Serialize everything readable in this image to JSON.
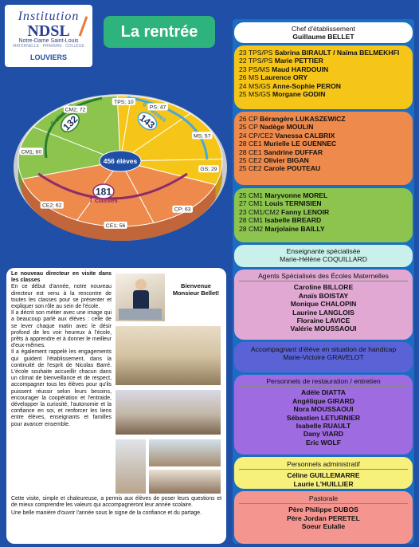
{
  "logo": {
    "line1": "Institution",
    "line2": "NDSL",
    "line3": "Notre-Dame Saint-Louis",
    "line4": "MATERNELLE · PRIMAIRE · COLLÈGE",
    "city": "LOUVIERS"
  },
  "title": "La rentrée",
  "chart_data": {
    "type": "pie",
    "center_label": "456 élèves",
    "slices": [
      {
        "label": "TPS",
        "value": 10,
        "color": "#f5c518"
      },
      {
        "label": "PS",
        "value": 47,
        "color": "#f5c518"
      },
      {
        "label": "MS",
        "value": 57,
        "color": "#f5c518"
      },
      {
        "label": "GS",
        "value": 29,
        "color": "#f5c518"
      },
      {
        "label": "CP",
        "value": 63,
        "color": "#ee8a4c"
      },
      {
        "label": "CE1",
        "value": 56,
        "color": "#ee8a4c"
      },
      {
        "label": "CE2",
        "value": 62,
        "color": "#ee8a4c"
      },
      {
        "label": "CM1",
        "value": 60,
        "color": "#8cc44e"
      },
      {
        "label": "CM2",
        "value": 72,
        "color": "#8cc44e"
      }
    ],
    "groups": [
      {
        "classes": "6 classes",
        "total": "143",
        "color": "#48a9d8"
      },
      {
        "classes": "5 classes",
        "total": "132",
        "color": "#2e7d32"
      },
      {
        "classes": "7 classes",
        "total": "181",
        "color": "#8e2b6a"
      }
    ]
  },
  "article": {
    "heading": "Le nouveau directeur en visite dans les classes",
    "p1": "En ce début d'année, notre nouveau directeur est venu à la rencontre de toutes les classes pour se présenter et expliquer son rôle au sein de l'école.",
    "p2": "Il a décrit son métier avec une image qui a beaucoup parlé aux élèves : celle de se lever chaque matin avec le désir profond de les voir heureux à l'école, prêts à apprendre et à donner le meilleur d'eux-mêmes.",
    "p3": "Il a également rappelé les engagements qui guident l'établissement, dans la continuité de l'esprit de Nicolas Barré. L'école souhaite accueillir chacun dans un climat de bienveillance et de respect, accompagner tous les élèves pour qu'ils puissent réussir selon leurs besoins, encourager la coopération et l'entraide, développer la curiosité, l'autonomie et la confiance en soi, et renforcer les liens entre élèves, enseignants et familles pour avancer ensemble.",
    "p4": "Cette visite, simple et chaleureuse, a permis aux élèves de poser leurs questions et de mieux comprendre les valeurs qui accompagneront leur année scolaire.",
    "p5": "Une belle manière d'ouvrir l'année sous le signe de la confiance et du partage.",
    "bubble": "Bienvenue Monsieur Bellet!"
  },
  "chef": {
    "title": "Chef d'établissement",
    "name": "Guillaume BELLET"
  },
  "mat": [
    {
      "pre": "23 TPS/PS ",
      "name": "Sabrina BIRAULT /  Naïma BELMEKHFI"
    },
    {
      "pre": "22 TPS/PS ",
      "name": "Marie PETTIER"
    },
    {
      "pre": "23 PS/MS ",
      "name": "Maud HARDOUIN"
    },
    {
      "pre": "26 MS ",
      "name": "Laurence ORY"
    },
    {
      "pre": "24 MS/GS ",
      "name": "Anne-Sophie PERON"
    },
    {
      "pre": "25 MS/GS ",
      "name": "Morgane GODIN"
    }
  ],
  "cycle2": [
    {
      "pre": "26 CP ",
      "name": "Bérangère LUKASZEWICZ"
    },
    {
      "pre": "25 CP ",
      "name": "Nadège MOULIN"
    },
    {
      "pre": "24 CP/CE2 ",
      "name": "Vanessa CALBRIX"
    },
    {
      "pre": "28 CE1 ",
      "name": "Murielle LE GUENNEC"
    },
    {
      "pre": "28 CE1 ",
      "name": "Sandrine DUFFAR"
    },
    {
      "pre": "25 CE2 ",
      "name": "Olivier BIGAN"
    },
    {
      "pre": "25 CE2 ",
      "name": "Carole POUTEAU"
    }
  ],
  "cycle3": [
    {
      "pre": "25 CM1 ",
      "name": "Maryvonne MOREL"
    },
    {
      "pre": "27 CM1 ",
      "name": "Louis TERNISIEN"
    },
    {
      "pre": "23 CM1/CM2 ",
      "name": "Fanny LENOIR"
    },
    {
      "pre": "28 CM1 ",
      "name": "Isabelle BREARD"
    },
    {
      "pre": "28 CM2 ",
      "name": "Marjolaine BAILLY"
    }
  ],
  "specialisee": {
    "title": "Enseignante spécialisée",
    "name": "Marie-Hélène COQUILLARD"
  },
  "atsem": {
    "title": "Agents Spécialisés des Écoles Maternelles",
    "names": [
      "Caroline BILLORE",
      "Anaïs BOISTAY",
      "Monique CHALOPIN",
      "Laurine LANGLOIS",
      "Floraine LAVICE",
      "Valérie MOUSSAOUI"
    ]
  },
  "aesh": {
    "title": "Accompagnant d'élève en situation de handicap",
    "name": "Marie-Victoire GRAVELOT"
  },
  "restauration": {
    "title": "Personnels de restauration / entretien",
    "names": [
      "Adèle DIATTA",
      "Angélique GIRARD",
      "Nora MOUSSAOUI",
      "Sébastien LETURNIER",
      "Isabelle RUAULT",
      "Dany VIARD",
      "Eric WOLF"
    ]
  },
  "admin": {
    "title": "Personnels administratif",
    "names": [
      "Céline GUILLEMARRE",
      "Laurie L'HUILLIER"
    ]
  },
  "pastorale": {
    "title": "Pastorale",
    "names": [
      "Père Philippe DUBOS",
      "Père Jordan PERETEL",
      "Soeur Eulalie"
    ]
  },
  "colors": {
    "background": "#1f4fa6",
    "title": "#2fb37c",
    "maternelle": "#f5c518",
    "cycle2": "#ee8a4c",
    "cycle3": "#8cc44e"
  }
}
